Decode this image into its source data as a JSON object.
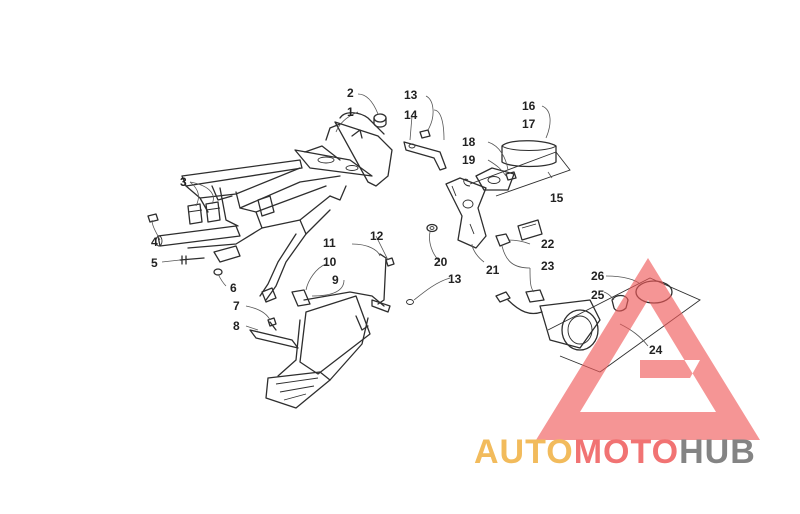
{
  "diagram": {
    "callouts": [
      {
        "id": "c1",
        "text": "1"
      },
      {
        "id": "c2",
        "text": "2"
      },
      {
        "id": "c3",
        "text": "3"
      },
      {
        "id": "c4",
        "text": "4"
      },
      {
        "id": "c5",
        "text": "5"
      },
      {
        "id": "c6",
        "text": "6"
      },
      {
        "id": "c7",
        "text": "7"
      },
      {
        "id": "c8",
        "text": "8"
      },
      {
        "id": "c9",
        "text": "9"
      },
      {
        "id": "c10",
        "text": "10"
      },
      {
        "id": "c11",
        "text": "11"
      },
      {
        "id": "c12",
        "text": "12"
      },
      {
        "id": "c13a",
        "text": "13"
      },
      {
        "id": "c13b",
        "text": "13"
      },
      {
        "id": "c14",
        "text": "14"
      },
      {
        "id": "c15",
        "text": "15"
      },
      {
        "id": "c16",
        "text": "16"
      },
      {
        "id": "c17",
        "text": "17"
      },
      {
        "id": "c18",
        "text": "18"
      },
      {
        "id": "c19",
        "text": "19"
      },
      {
        "id": "c20",
        "text": "20"
      },
      {
        "id": "c21",
        "text": "21"
      },
      {
        "id": "c22",
        "text": "22"
      },
      {
        "id": "c23",
        "text": "23"
      },
      {
        "id": "c24",
        "text": "24"
      },
      {
        "id": "c25",
        "text": "25"
      },
      {
        "id": "c26",
        "text": "26"
      }
    ]
  },
  "watermark": {
    "part1": "AUTO",
    "part2": "MOTO",
    "part3": "HUB",
    "colors": {
      "auto": "#f0b040",
      "moto": "#ef5b5b",
      "hub": "#6f6f6f",
      "triangle": "#f05a5a"
    }
  }
}
